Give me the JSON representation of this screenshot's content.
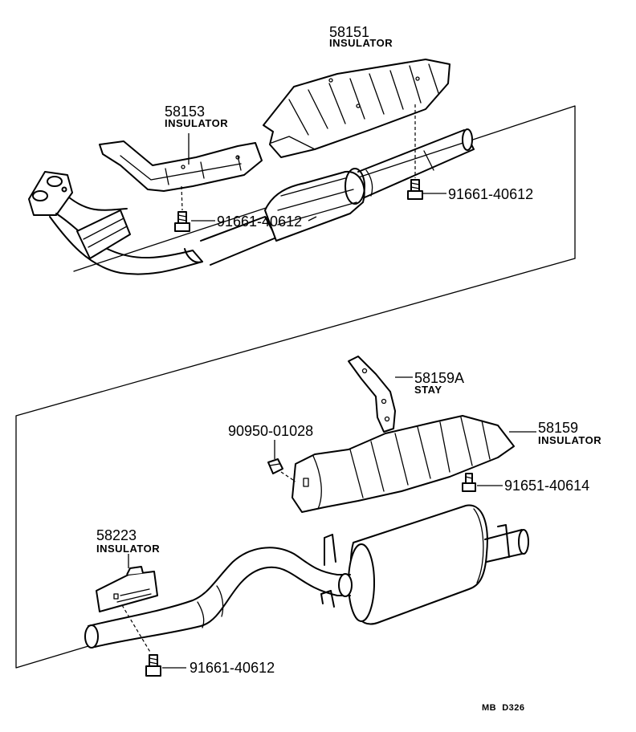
{
  "parts": [
    {
      "number": "58151",
      "name": "INSULATOR"
    },
    {
      "number": "58153",
      "name": "INSULATOR"
    },
    {
      "number": "91661-40612",
      "name": ""
    },
    {
      "number": "91661-40612",
      "name": ""
    },
    {
      "number": "58159A",
      "name": "STAY"
    },
    {
      "number": "90950-01028",
      "name": ""
    },
    {
      "number": "58159",
      "name": "INSULATOR"
    },
    {
      "number": "91651-40614",
      "name": ""
    },
    {
      "number": "58223",
      "name": "INSULATOR"
    },
    {
      "number": "91661-40612",
      "name": ""
    }
  ],
  "footer": {
    "code": "MB  D326"
  }
}
